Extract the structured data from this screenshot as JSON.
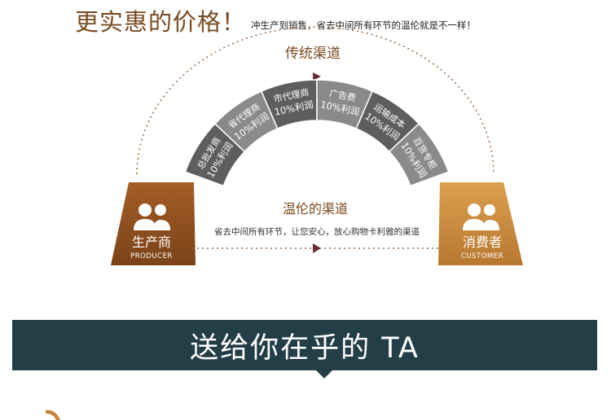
{
  "headline": {
    "title": "更实惠的价格！",
    "subtitle": "冲生产到销售，省去中间所有环节的温伦就是不一样！"
  },
  "traditional": {
    "label": "传统渠道",
    "segments": [
      {
        "name": "总批发商",
        "profit": "10%利润"
      },
      {
        "name": "省代理商",
        "profit": "10%利润"
      },
      {
        "name": "市代理商",
        "profit": "10%利润"
      },
      {
        "name": "广告费",
        "profit": "10%利润"
      },
      {
        "name": "运输成本",
        "profit": "10%利润"
      },
      {
        "name": "百货专柜",
        "profit": "10%利润"
      }
    ]
  },
  "direct": {
    "label": "温伦的渠道",
    "description": "省去中间所有环节，让您安心，放心购物卡利雅的渠道"
  },
  "producer": {
    "cn": "生产商",
    "en": "PRODUCER"
  },
  "customer": {
    "cn": "消费者",
    "en": "CUSTOMER"
  },
  "banner": {
    "text": "送给你在乎的 TA"
  },
  "colors": {
    "brown": "#8a4d1f",
    "gold": "#c9853e",
    "segment_dark": "#5e5e5e",
    "segment_light": "#8a8a8a",
    "banner": "#233e47",
    "arrow": "#6b2d35",
    "dots": "#9a6a45"
  }
}
